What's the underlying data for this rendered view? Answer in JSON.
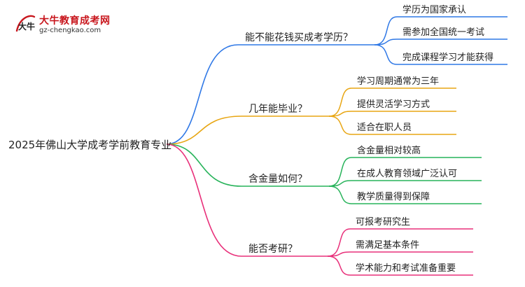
{
  "logo": {
    "name": "大牛教育成考网",
    "url": "gz-chengkao.com",
    "mark_text": "大牛"
  },
  "root": {
    "label": "2025年佛山大学成考学前教育专业"
  },
  "branches": [
    {
      "label": "能不能花钱买成考学历？",
      "color": "#2f78e6",
      "children": [
        "学历为国家承认",
        "需参加全国统一考试",
        "完成课程学习才能获得"
      ]
    },
    {
      "label": "几年能毕业？",
      "color": "#e8a613",
      "children": [
        "学习周期通常为三年",
        "提供灵活学习方式",
        "适合在职人员"
      ]
    },
    {
      "label": "含金量如何？",
      "color": "#27b35a",
      "children": [
        "含金量相对较高",
        "在成人教育领域广泛认可",
        "教学质量得到保障"
      ]
    },
    {
      "label": "能否考研？",
      "color": "#e8307a",
      "children": [
        "可报考研究生",
        "需满足基本条件",
        "学术能力和考试准备重要"
      ]
    }
  ]
}
